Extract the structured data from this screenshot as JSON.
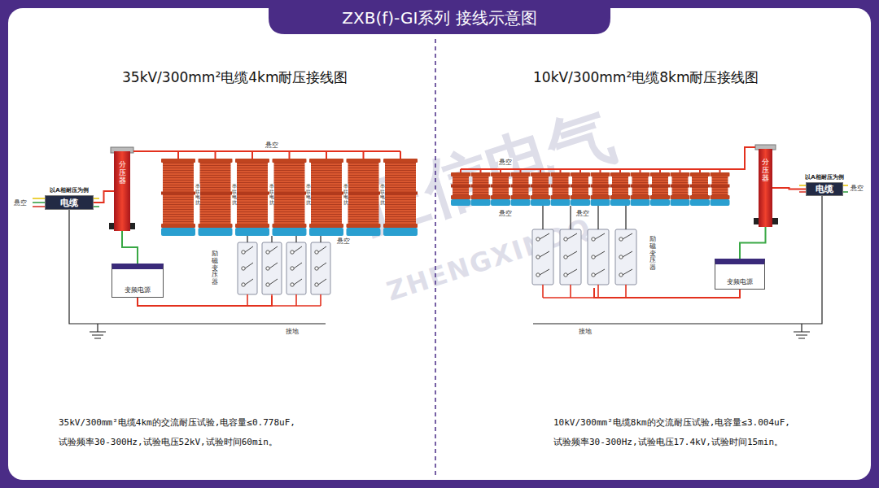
{
  "diagram": {
    "title": "ZXB(f)-GI系列 接线示意图",
    "nodes": [
      {
        "text": [
          "以A相耐压为例",
          "电缆"
        ]
      },
      {
        "text": [
          "分压器"
        ]
      },
      {
        "text": [
          "励磁变压器"
        ]
      },
      {
        "text": [
          "变频电源"
        ]
      },
      {
        "text": [
          "以A相耐压为例",
          "电缆"
        ]
      },
      {
        "text": [
          "分压器"
        ]
      },
      {
        "text": [
          "励磁变压器"
        ]
      },
      {
        "text": [
          "变频电源"
        ]
      }
    ],
    "edges": [
      {
        "from": 0,
        "to": 1,
        "arrow": "none"
      },
      {
        "from": 1,
        "to": 3,
        "arrow": "none"
      },
      {
        "from": 3,
        "to": 2,
        "arrow": "none"
      },
      {
        "from": 4,
        "to": 5,
        "arrow": "none"
      },
      {
        "from": 5,
        "to": 7,
        "arrow": "none"
      },
      {
        "from": 7,
        "to": 6,
        "arrow": "none"
      }
    ],
    "labels": [
      "35kV/300mm²电缆4km耐压接线图",
      "10kV/300mm²电缆8km耐压接线图",
      "悬空",
      "悬空",
      "悬空",
      "接地",
      "悬空",
      "悬空",
      "悬空",
      "悬空",
      "接地",
      "串联电抗",
      "串联电抗",
      "串联电抗",
      "串联电抗",
      "串联电抗",
      "串联电抗",
      "35kV/300mm²电缆4km的交流耐压试验,电容量≤0.778uF, 试验频率30-300Hz,试验电压52kV,试验时间60min。",
      "10kV/300mm²电缆8km的交流耐压试验,电容量≤3.004uF, 试验频率30-300Hz,试验电压17.4kV,试验时间15min。",
      "正信电气",
      "ZHENGXINDQ"
    ]
  }
}
